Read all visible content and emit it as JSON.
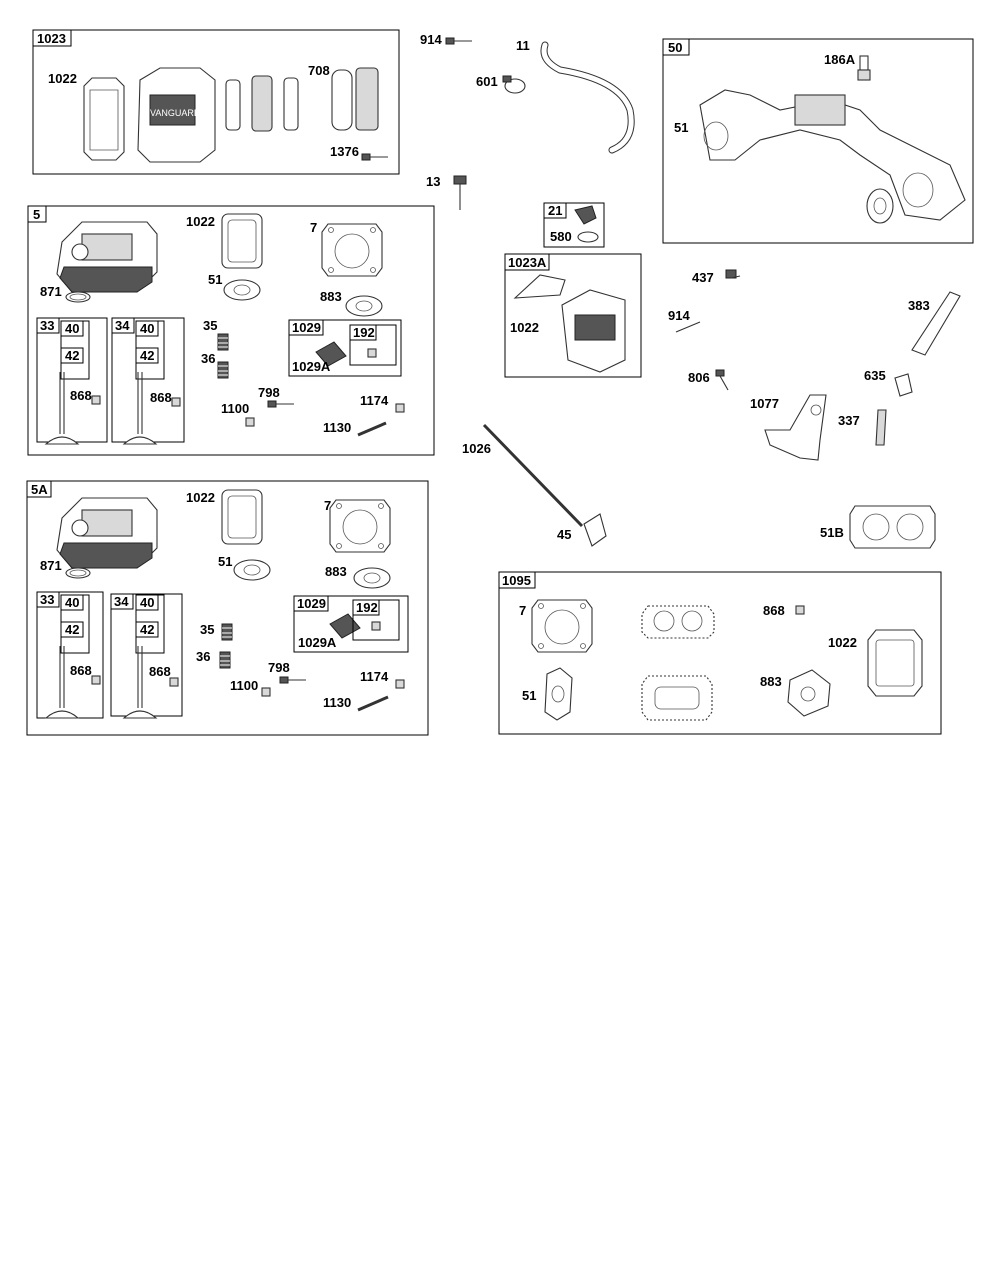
{
  "groups": {
    "g1023": "1023",
    "g5": "5",
    "g5A": "5A",
    "g50": "50",
    "g21": "21",
    "g1023A": "1023A",
    "g1095": "1095",
    "g33": "33",
    "g34": "34",
    "g40": "40",
    "g42": "42",
    "g1029": "1029",
    "g192": "192"
  },
  "labels": {
    "p1022": "1022",
    "p708": "708",
    "p1376": "1376",
    "p914": "914",
    "p11": "11",
    "p601": "601",
    "p13": "13",
    "p580": "580",
    "p186A": "186A",
    "p51": "51",
    "p7": "7",
    "p883": "883",
    "p871": "871",
    "p868": "868",
    "p35": "35",
    "p36": "36",
    "p798": "798",
    "p1100": "1100",
    "p1174": "1174",
    "p1130": "1130",
    "p1029A": "1029A",
    "p437": "437",
    "p383": "383",
    "p806": "806",
    "p635": "635",
    "p1077": "1077",
    "p337": "337",
    "p1026": "1026",
    "p45": "45",
    "p51B": "51B"
  }
}
